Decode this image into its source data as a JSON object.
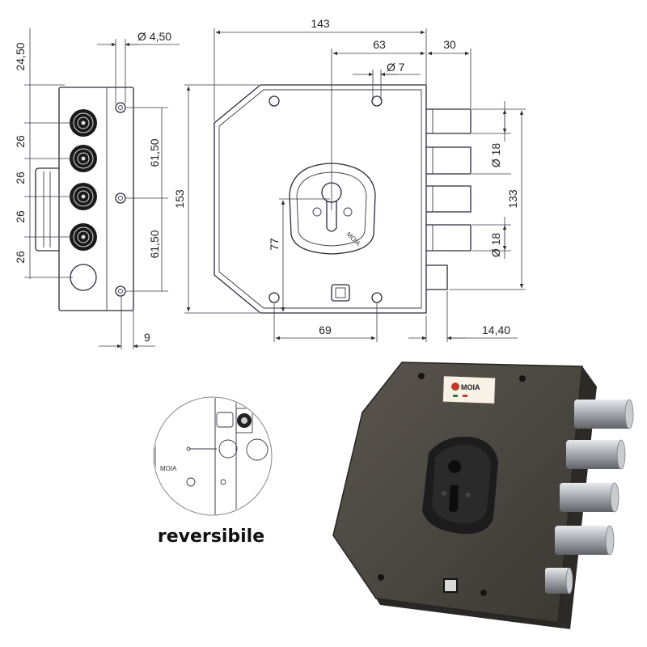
{
  "dimensions": {
    "overall_width": "143",
    "cylinder_to_bolt_edge": "63",
    "bolt_projection": "30",
    "pin_diameter": "Ø 7",
    "screw_hole_diameter": "Ø 4,50",
    "top_offset": "24,50",
    "bolt_spacing_1": "26",
    "bolt_spacing_2": "26",
    "bolt_spacing_3": "26",
    "bolt_spacing_4": "26",
    "screw_spacing_upper": "61,50",
    "screw_spacing_lower": "61,50",
    "overall_height": "153",
    "cylinder_height": "77",
    "bottom_hole_spacing": "69",
    "bottom_bolt_projection": "14,40",
    "bolt_diameter_upper": "Ø 18",
    "bolt_diameter_lower": "Ø 18",
    "bolt_span": "133",
    "faceplate_thickness": "9"
  },
  "brand_text": "MOIA",
  "caption": "reversibile",
  "colors": {
    "line": "#2a2a3a",
    "lock_body": "#4a4640",
    "cylinder_plate": "#1c1c1c",
    "bolt_steel": "#b9bcbf",
    "label_bg": "#f7f1e6"
  }
}
